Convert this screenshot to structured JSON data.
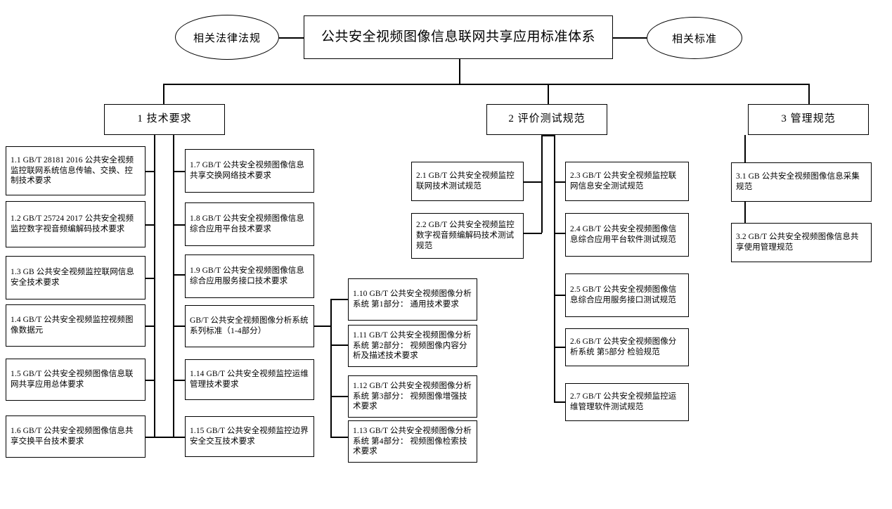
{
  "diagram": {
    "type": "tree",
    "title": "公共安全视频图像信息联网共享应用标准体系",
    "side_left": "相关法律法规",
    "side_right": "相关标准",
    "branches": [
      {
        "id": "1",
        "label": "1 技术要求"
      },
      {
        "id": "2",
        "label": "2 评价测试规范"
      },
      {
        "id": "3",
        "label": "3 管理规范"
      }
    ],
    "col1": [
      {
        "id": "1.1",
        "text": "1.1 GB/T 28181 2016 公共安全视频监控联网系统信息传输、交换、控制技术要求"
      },
      {
        "id": "1.2",
        "text": "1.2 GB/T 25724 2017 公共安全视频监控数字视音频编解码技术要求"
      },
      {
        "id": "1.3",
        "text": "1.3 GB 公共安全视频监控联网信息安全技术要求"
      },
      {
        "id": "1.4",
        "text": "1.4 GB/T 公共安全视频监控视频图像数据元"
      },
      {
        "id": "1.5",
        "text": "1.5 GB/T 公共安全视频图像信息联网共享应用总体要求"
      },
      {
        "id": "1.6",
        "text": "1.6 GB/T 公共安全视频图像信息共享交换平台技术要求"
      }
    ],
    "col2": [
      {
        "id": "1.7",
        "text": "1.7 GB/T 公共安全视频图像信息共享交换网络技术要求"
      },
      {
        "id": "1.8",
        "text": "1.8 GB/T 公共安全视频图像信息综合应用平台技术要求"
      },
      {
        "id": "1.9",
        "text": "1.9 GB/T 公共安全视频图像信息综合应用服务接口技术要求"
      },
      {
        "id": "series",
        "text": "GB/T 公共安全视频图像分析系统系列标准（1-4部分）"
      },
      {
        "id": "1.14",
        "text": "1.14  GB/T 公共安全视频监控运维管理技术要求"
      },
      {
        "id": "1.15",
        "text": "1.15 GB/T 公共安全视频监控边界安全交互技术要求"
      }
    ],
    "col3": [
      {
        "id": "1.10",
        "text": "1.10  GB/T 公共安全视频图像分析系统 第1部分： 通用技术要求"
      },
      {
        "id": "1.11",
        "text": "1.11  GB/T 公共安全视频图像分析系统 第2部分： 视频图像内容分析及描述技术要求"
      },
      {
        "id": "1.12",
        "text": "1.12  GB/T 公共安全视频图像分析系统 第3部分： 视频图像增强技术要求"
      },
      {
        "id": "1.13",
        "text": "1.13  GB/T 公共安全视频图像分析系统 第4部分： 视频图像检索技术要求"
      }
    ],
    "col4": [
      {
        "id": "2.1",
        "text": "2.1 GB/T 公共安全视频监控联网技术测试规范"
      },
      {
        "id": "2.2",
        "text": "2.2 GB/T 公共安全视频监控数字视音频编解码技术测试规范"
      }
    ],
    "col5": [
      {
        "id": "2.3",
        "text": "2.3 GB/T 公共安全视频监控联网信息安全测试规范"
      },
      {
        "id": "2.4",
        "text": "2.4 GB/T 公共安全视频图像信息综合应用平台软件测试规范"
      },
      {
        "id": "2.5",
        "text": "2.5 GB/T 公共安全视频图像信息综合应用服务接口测试规范"
      },
      {
        "id": "2.6",
        "text": "2.6 GB/T 公共安全视频图像分析系统 第5部分 检验规范"
      },
      {
        "id": "2.7",
        "text": "2.7 GB/T 公共安全视频监控运维管理软件测试规范"
      }
    ],
    "col6": [
      {
        "id": "3.1",
        "text": "3.1 GB 公共安全视频图像信息采集规范"
      },
      {
        "id": "3.2",
        "text": "3.2 GB/T 公共安全视频图像信息共享使用管理规范"
      }
    ]
  }
}
